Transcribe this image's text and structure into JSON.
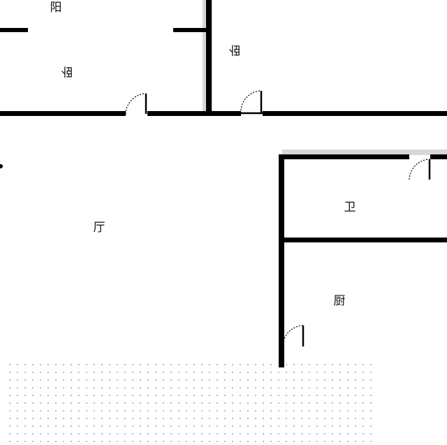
{
  "rooms": {
    "balcony": "阳",
    "bedroom_left": "卧",
    "bedroom_right": "卧",
    "living_room": "厅",
    "bathroom": "卫",
    "kitchen": "厨"
  }
}
